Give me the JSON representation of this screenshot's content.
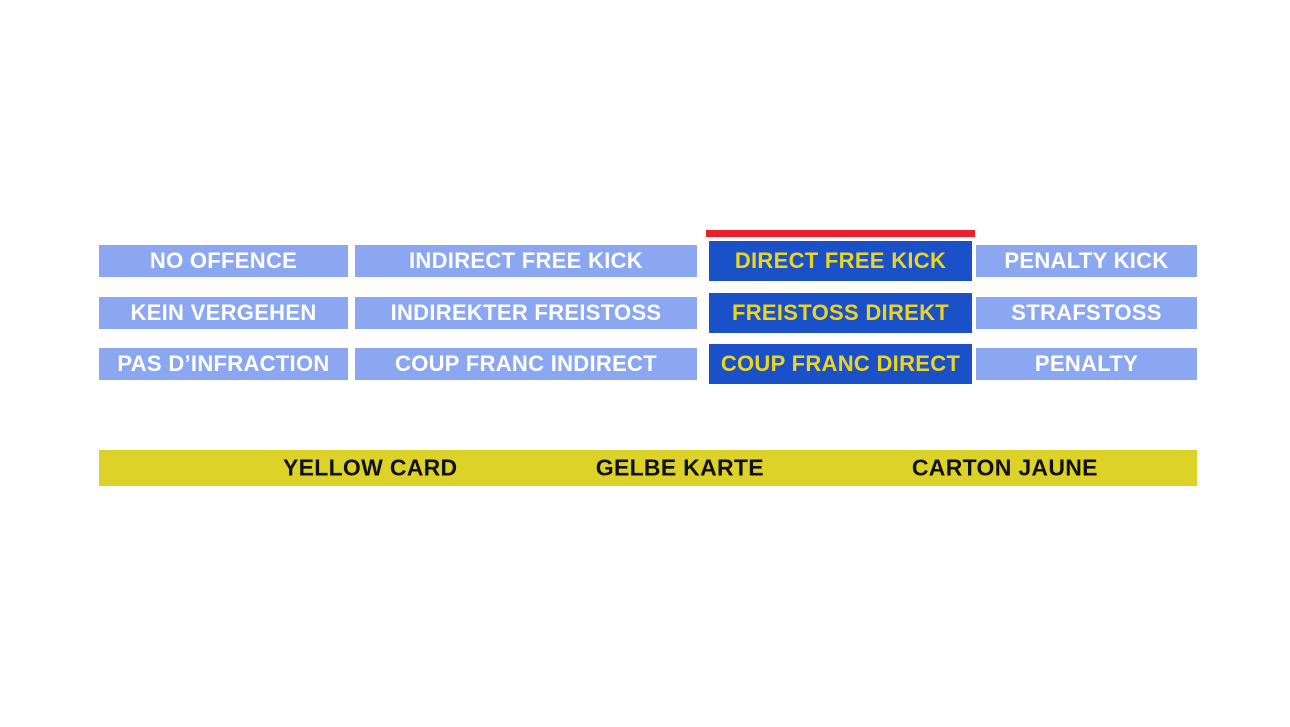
{
  "colors": {
    "background": "#ffffff",
    "option_blue": "#8ba7f1",
    "selected_blue": "#1a50c8",
    "indicator_red": "#e8202b",
    "card_yellow": "#dcd228",
    "selected_text_yellow": "#ecd520",
    "option_text_white": "#ffffff",
    "card_text_black": "#111111"
  },
  "grid": {
    "selected_option": "DIRECT FREE KICK",
    "rows": [
      {
        "language": "en",
        "cells": [
          "NO OFFENCE",
          "INDIRECT FREE KICK",
          "DIRECT FREE KICK",
          "PENALTY KICK"
        ]
      },
      {
        "language": "de",
        "cells": [
          "KEIN VERGEHEN",
          "INDIREKTER FREISTOSS",
          "FREISTOSS DIREKT",
          "STRAFSTOSS"
        ]
      },
      {
        "language": "fr",
        "cells": [
          "PAS D’INFRACTION",
          "COUP FRANC INDIRECT",
          "COUP FRANC DIRECT",
          "PENALTY"
        ]
      }
    ]
  },
  "card_bar": {
    "decision": "YELLOW CARD",
    "labels": [
      "YELLOW CARD",
      "GELBE KARTE",
      "CARTON JAUNE"
    ]
  }
}
